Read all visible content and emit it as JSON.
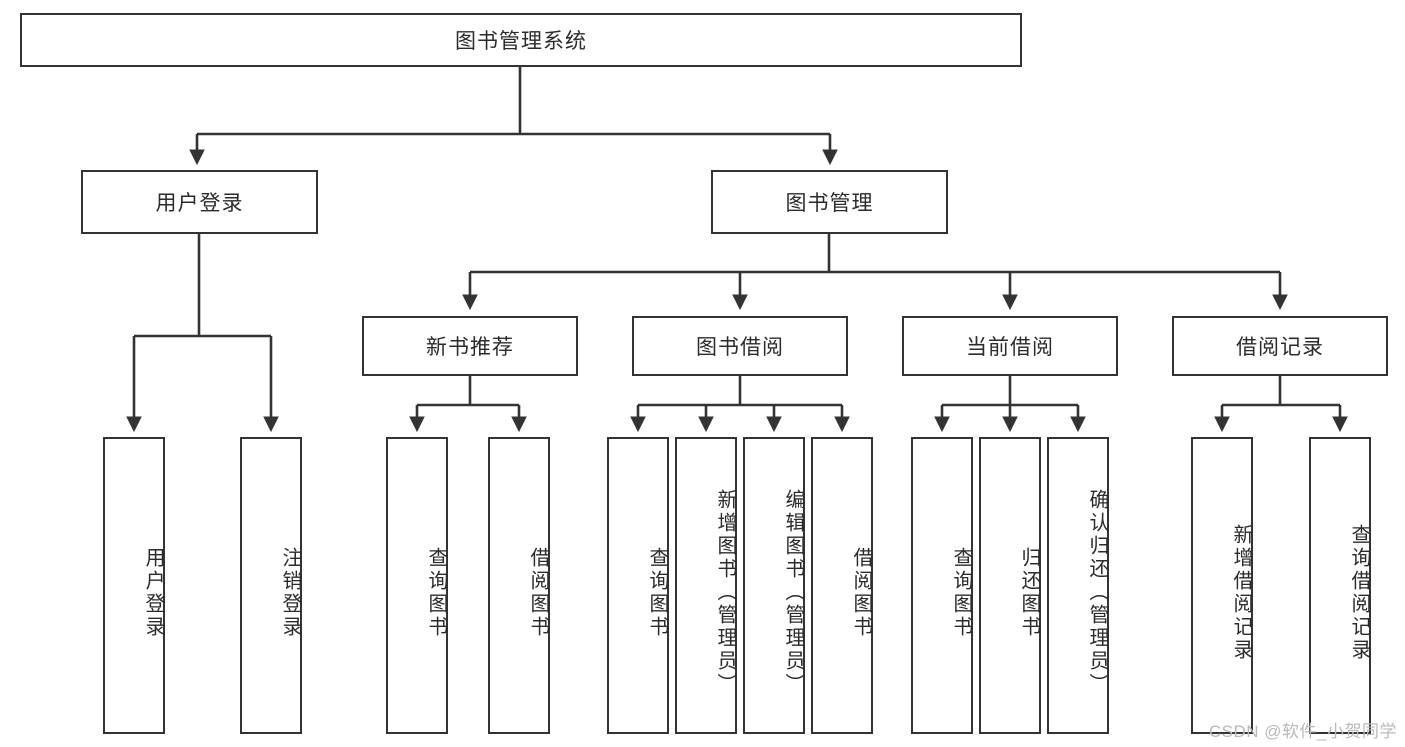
{
  "diagram": {
    "title": "图书管理系统",
    "type": "tree",
    "watermark": "CSDN @软件_小贺同学",
    "colors": {
      "box_border": "#333333",
      "box_fill": "#ffffff",
      "connector": "#333333",
      "text": "#2b2b2b",
      "watermark": "#b9b9b9",
      "background": "#ffffff"
    },
    "root": {
      "label": "图书管理系统"
    },
    "level2": [
      {
        "label": "用户登录"
      },
      {
        "label": "图书管理"
      }
    ],
    "level3": [
      {
        "label": "新书推荐"
      },
      {
        "label": "图书借阅"
      },
      {
        "label": "当前借阅"
      },
      {
        "label": "借阅记录"
      }
    ],
    "leaves": {
      "user_login": [
        {
          "label": "用户登录"
        },
        {
          "label": "注销登录"
        }
      ],
      "new_book_recommend": [
        {
          "label": "查询图书"
        },
        {
          "label": "借阅图书"
        }
      ],
      "book_borrow": [
        {
          "label": "查询图书"
        },
        {
          "label": "新增图书（管理员）"
        },
        {
          "label": "编辑图书（管理员）"
        },
        {
          "label": "借阅图书"
        }
      ],
      "current_borrow": [
        {
          "label": "查询图书"
        },
        {
          "label": "归还图书"
        },
        {
          "label": "确认归还（管理员）"
        }
      ],
      "borrow_record": [
        {
          "label": "新增借阅记录"
        },
        {
          "label": "查询借阅记录"
        }
      ]
    }
  }
}
